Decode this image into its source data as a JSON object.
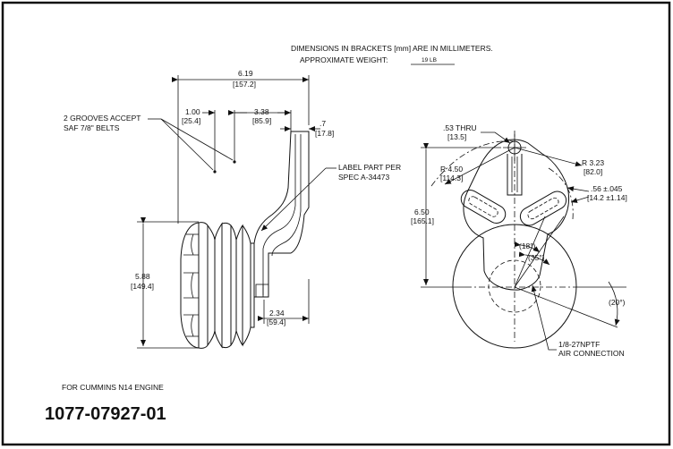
{
  "header": {
    "units_note": "DIMENSIONS IN BRACKETS [mm] ARE IN MILLIMETERS.",
    "weight_label": "APPROXIMATE WEIGHT:",
    "weight_value": "19 LB"
  },
  "side_view": {
    "overall_width": {
      "in": "6.19",
      "mm": "[157.2]"
    },
    "groove_spacing": {
      "in": "1.00",
      "mm": "[25.4]"
    },
    "pulley_to_mount": {
      "in": "3.38",
      "mm": "[85.9]"
    },
    "bracket_thickness": {
      "in": ".7",
      "mm": "[17.8]"
    },
    "pulley_diameter": {
      "in": "5.88",
      "mm": "[149.4]"
    },
    "offset": {
      "in": "2.34",
      "mm": "[59.4]"
    },
    "grooves_note_line1": "2 GROOVES ACCEPT",
    "grooves_note_line2": "SAF 7/8\" BELTS",
    "label_note_line1": "LABEL PART PER",
    "label_note_line2": "SPEC A-34473"
  },
  "front_view": {
    "thru_hole": {
      "in": ".53 THRU",
      "mm": "[13.5]"
    },
    "radius_large": {
      "in": "R 4.50",
      "mm": "[114.3]"
    },
    "radius_small": {
      "in": "R 3.23",
      "mm": "[82.0]"
    },
    "slot_width": {
      "in": ".56 ±.045",
      "mm": "[14.2 ±1.14]"
    },
    "height": {
      "in": "6.50",
      "mm": "[165.1]"
    },
    "angle_18": "(18°)",
    "angle_35": "(35°)",
    "angle_20": "(20°)",
    "air_note_line1": "1/8-27NPTF",
    "air_note_line2": "AIR CONNECTION"
  },
  "footer": {
    "engine_note": "FOR CUMMINS N14 ENGINE",
    "part_number": "1077-07927-01"
  }
}
